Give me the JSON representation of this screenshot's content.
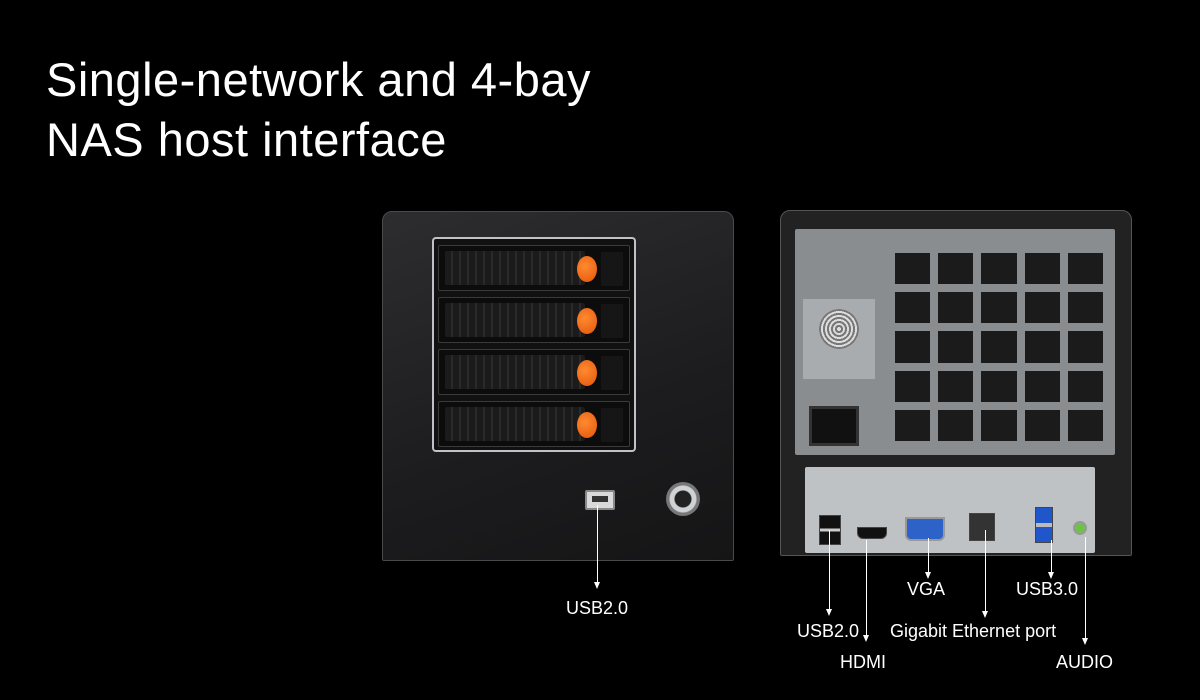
{
  "title": {
    "line1": "Single-network and 4-bay",
    "line2": "NAS host interface"
  },
  "front_labels": {
    "usb": "USB2.0"
  },
  "rear_labels": {
    "usb2": "USB2.0",
    "hdmi": "HDMI",
    "vga": "VGA",
    "ethernet": "Gigabit Ethernet port",
    "usb3": "USB3.0",
    "audio": "AUDIO"
  },
  "colors": {
    "background": "#000000",
    "text": "#ffffff",
    "tray_handle": "#f26a1b",
    "vga_port": "#2d62c9",
    "usb3_port": "#1f56c9",
    "audio_port": "#6ec24a"
  },
  "drive_bays": 4
}
